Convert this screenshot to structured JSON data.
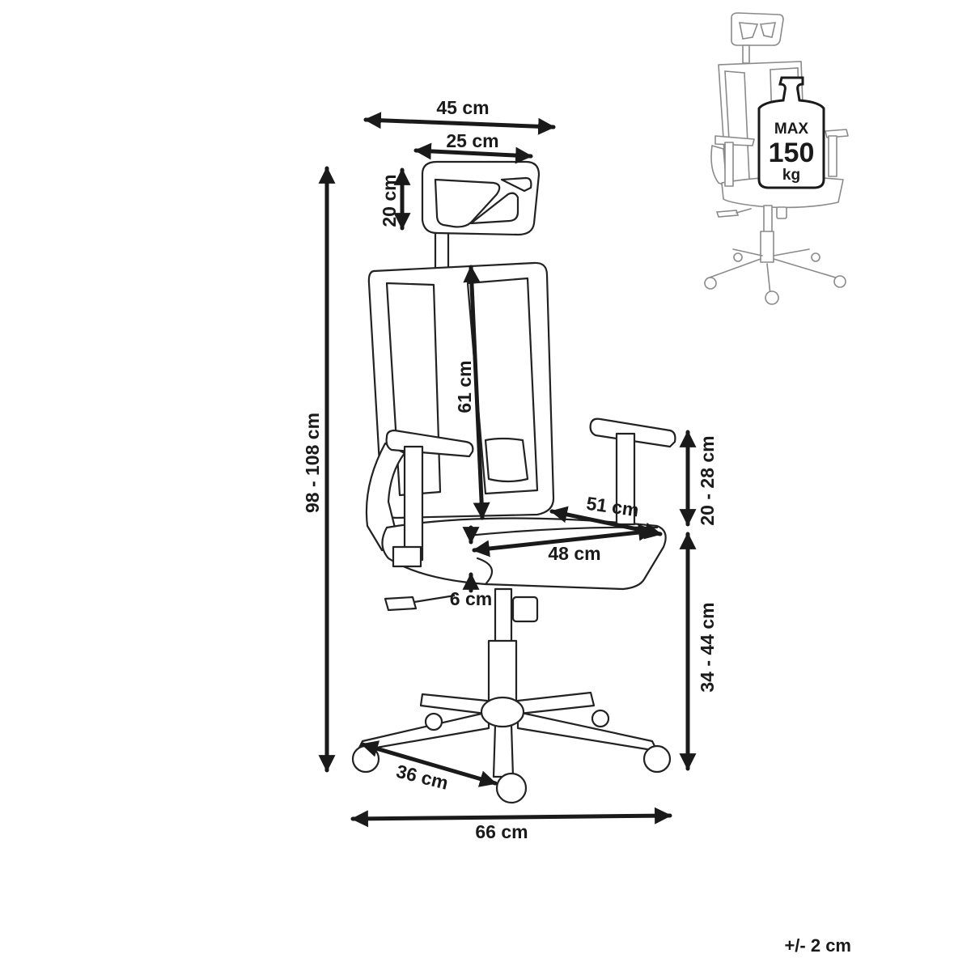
{
  "dimensions": {
    "headrest_total_width": "45 cm",
    "headrest_inner_width": "25 cm",
    "headrest_height": "20 cm",
    "backrest_height": "61 cm",
    "total_height": "98 - 108 cm",
    "armrest_height": "20 - 28 cm",
    "seat_height": "34 - 44 cm",
    "seat_width": "51 cm",
    "seat_depth": "48 cm",
    "seat_thickness": "6 cm",
    "base_leg_length": "36 cm",
    "base_width": "66 cm"
  },
  "max_load": {
    "label": "MAX",
    "value": "150",
    "unit": "kg"
  },
  "tolerance": "+/- 2 cm",
  "colors": {
    "ink": "#1a1a1a",
    "thumbnail_line": "#8a8a8a"
  }
}
